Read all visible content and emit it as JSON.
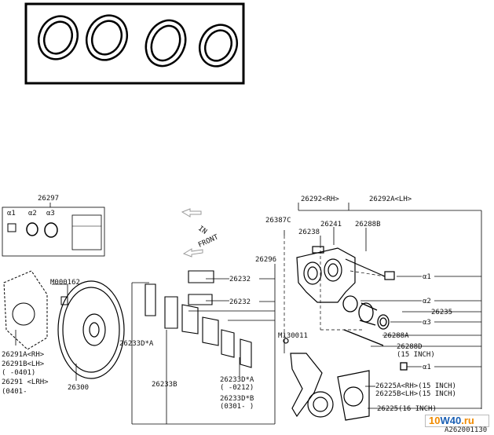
{
  "inset": {
    "part": "26297",
    "labels": [
      "α1",
      "α2",
      "α3"
    ]
  },
  "labels": {
    "p26292": "26292<RH>",
    "p26292A": "26292A<LH>",
    "p26387C": "26387C",
    "p26241": "26241",
    "p26238": "26238",
    "p26288B": "26288B",
    "p26296": "26296",
    "p26232a": "26232",
    "p26232b": "26232",
    "in": "IN",
    "front": "FRONT",
    "m000162": "M000162",
    "m130011": "M130011",
    "a1_top": "α1",
    "a2": "α2",
    "p26235": "26235",
    "a3": "α3",
    "p26288A": "26288A",
    "p26288D": "26288D",
    "p26288D_sub": "(15 INCH)",
    "a1_bottom": "α1",
    "p26225A": "26225A<RH>(15 INCH)",
    "p26225B": "26225B<LH>(15 INCH)",
    "p26225": "26225(16 INCH)",
    "p26233DA_left": "26233D*A",
    "p26233B": "26233B",
    "p26233DA": "26233D*A",
    "p26233DA_date": "(      -0212)",
    "p26233DB": "26233D*B",
    "p26233DB_date": "(0301-      )",
    "p26291A": "26291A<RH>",
    "p26291B": "26291B<LH>",
    "p26291_date1": "(     -0401)",
    "p26291": "26291   <LRH>",
    "p26291_date2": "(0401-",
    "p26300": "26300"
  },
  "watermark": {
    "brand_a": "10",
    "brand_b": "W40",
    "brand_c": ".ru",
    "code": "A262001130"
  }
}
